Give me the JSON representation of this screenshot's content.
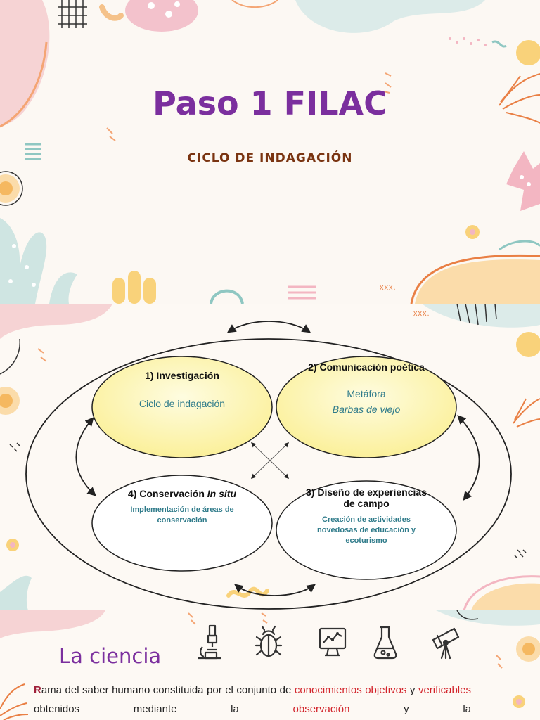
{
  "slide1": {
    "title": "Paso 1 FILAC",
    "subtitle": "CICLO DE INDAGACIÓN",
    "deco_text": "xxx."
  },
  "slide2": {
    "deco_text": "xxx.",
    "cycle": {
      "investigacion": {
        "title": "1) Investigación",
        "text": "Ciclo de indagación"
      },
      "comunicacion": {
        "title": "2) Comunicación poética",
        "line1": "Metáfora",
        "line2": "Barbas de viejo"
      },
      "diseno": {
        "title_line1": "3) Diseño de experiencias",
        "title_line2": "de campo",
        "text_line1": "Creación de actividades",
        "text_line2": "novedosas de educación y",
        "text_line3": "ecoturismo"
      },
      "conservacion": {
        "title_prefix": "4) Conservación ",
        "title_italic": "In situ",
        "text_line1": "Implementación de áreas de",
        "text_line2": "conservación"
      }
    }
  },
  "slide3": {
    "title": "La ciencia",
    "p_r": "R",
    "p_1": "ama del saber humano constituida por el conjunto de ",
    "p_hl1": "conocimientos objetivos",
    "p_2": " y ",
    "p_hl2": "verificables",
    "p_3": " obtenidos mediante la ",
    "p_hl3": "observación",
    "p_4": " y la",
    "icons": [
      "microscope-icon",
      "bug-icon",
      "monitor-chart-icon",
      "flask-icon",
      "telescope-icon"
    ]
  },
  "colors": {
    "title": "#7b2f9e",
    "subtitle": "#7a3411",
    "ellipse_top": "#fdf3a0",
    "teal_text": "#2f7b8a",
    "highlight": "#d2232a"
  }
}
